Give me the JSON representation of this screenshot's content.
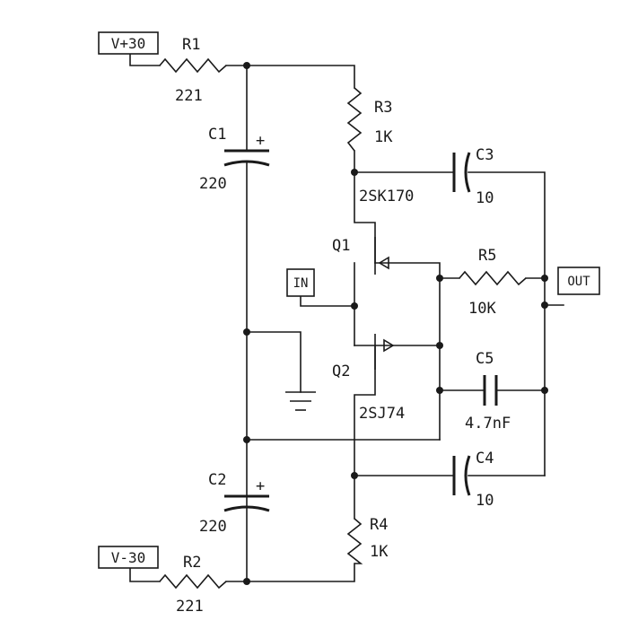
{
  "ports": {
    "vplus": "V+30",
    "vminus": "V-30",
    "in": "IN",
    "out": "OUT"
  },
  "components": {
    "R1": {
      "ref": "R1",
      "value": "221"
    },
    "R2": {
      "ref": "R2",
      "value": "221"
    },
    "R3": {
      "ref": "R3",
      "value": "1K"
    },
    "R4": {
      "ref": "R4",
      "value": "1K"
    },
    "R5": {
      "ref": "R5",
      "value": "10K"
    },
    "C1": {
      "ref": "C1",
      "value": "220",
      "polarity": "+"
    },
    "C2": {
      "ref": "C2",
      "value": "220",
      "polarity": "+"
    },
    "C3": {
      "ref": "C3",
      "value": "10"
    },
    "C4": {
      "ref": "C4",
      "value": "10"
    },
    "C5": {
      "ref": "C5",
      "value": "4.7nF"
    },
    "Q1": {
      "ref": "Q1",
      "part": "2SK170"
    },
    "Q2": {
      "ref": "Q2",
      "part": "2SJ74"
    }
  }
}
